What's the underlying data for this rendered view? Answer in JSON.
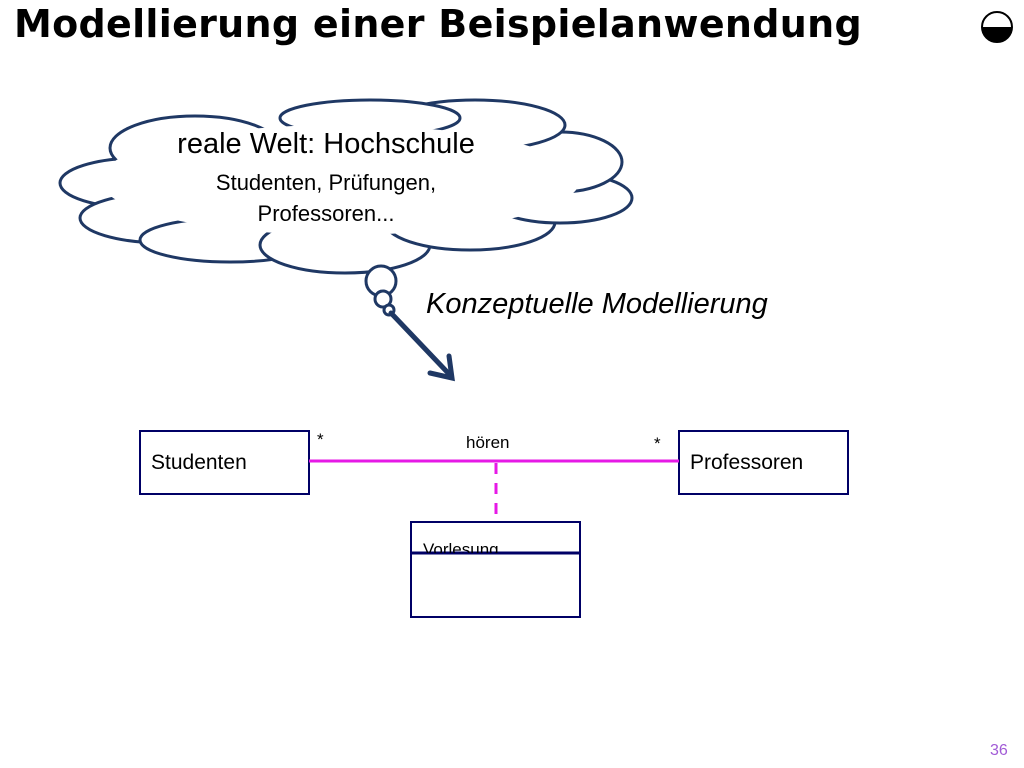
{
  "slide": {
    "title": "Modellierung einer Beispielanwendung",
    "page_number": "36"
  },
  "cloud": {
    "heading": "reale Welt: Hochschule",
    "line1": "Studenten, Prüfungen,",
    "line2": "Professoren..."
  },
  "arrow_label": "Konzeptuelle Modellierung",
  "uml": {
    "class_left": "Studenten",
    "class_right": "Professoren",
    "association": "hören",
    "multiplicity_left": "*",
    "multiplicity_right": "*",
    "association_class": "Vorlesung"
  },
  "colors": {
    "outline": "#1f3864",
    "box_border": "#000066",
    "association_line": "#e619e6",
    "page_number": "#a15bd6"
  },
  "icons": {
    "title_icon": "half-filled-circle-icon"
  }
}
